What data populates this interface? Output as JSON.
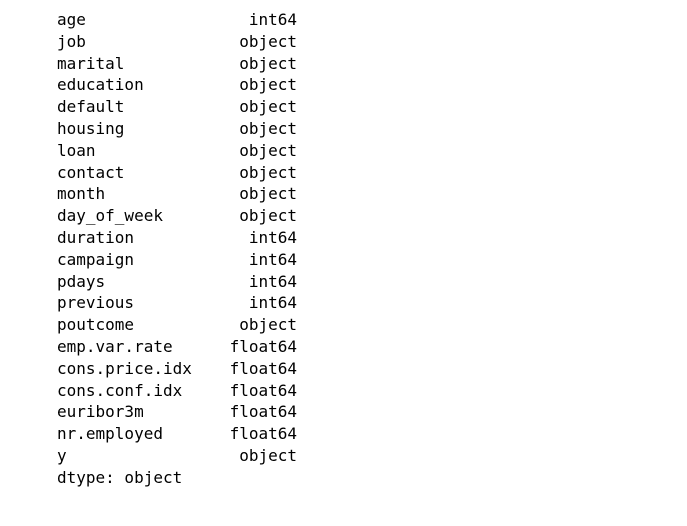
{
  "output": {
    "rows": [
      {
        "name": "age",
        "dtype": "int64"
      },
      {
        "name": "job",
        "dtype": "object"
      },
      {
        "name": "marital",
        "dtype": "object"
      },
      {
        "name": "education",
        "dtype": "object"
      },
      {
        "name": "default",
        "dtype": "object"
      },
      {
        "name": "housing",
        "dtype": "object"
      },
      {
        "name": "loan",
        "dtype": "object"
      },
      {
        "name": "contact",
        "dtype": "object"
      },
      {
        "name": "month",
        "dtype": "object"
      },
      {
        "name": "day_of_week",
        "dtype": "object"
      },
      {
        "name": "duration",
        "dtype": "int64"
      },
      {
        "name": "campaign",
        "dtype": "int64"
      },
      {
        "name": "pdays",
        "dtype": "int64"
      },
      {
        "name": "previous",
        "dtype": "int64"
      },
      {
        "name": "poutcome",
        "dtype": "object"
      },
      {
        "name": "emp.var.rate",
        "dtype": "float64"
      },
      {
        "name": "cons.price.idx",
        "dtype": "float64"
      },
      {
        "name": "cons.conf.idx",
        "dtype": "float64"
      },
      {
        "name": "euribor3m",
        "dtype": "float64"
      },
      {
        "name": "nr.employed",
        "dtype": "float64"
      },
      {
        "name": "y",
        "dtype": "object"
      }
    ],
    "footer": "dtype: object"
  }
}
